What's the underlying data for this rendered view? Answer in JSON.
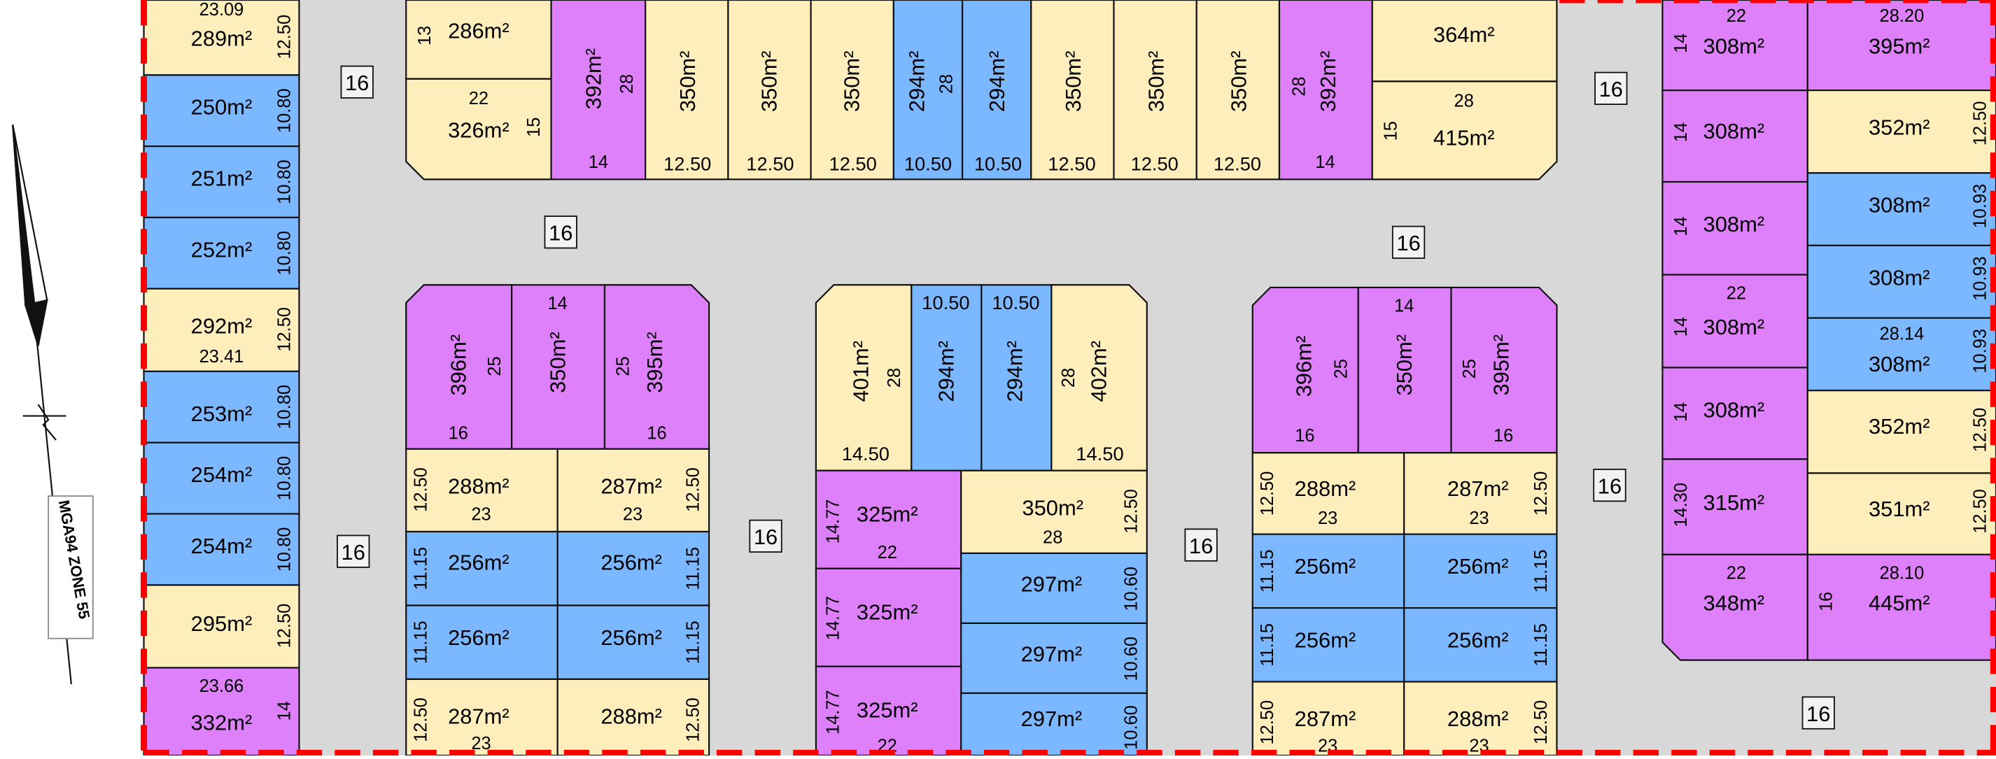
{
  "colors": {
    "background": "#ffffff",
    "road": "#d8d8d8",
    "boundary": "#ff0000",
    "line": "#111111",
    "cream": "#fdeebb",
    "blue": "#7cb8ff",
    "purple": "#dd80f9"
  },
  "map": {
    "road_width_label": "16",
    "grid_label": "MGA94 ZONE 55",
    "north_icon": "north-arrow-icon"
  },
  "left_strip": {
    "lots": [
      {
        "area": "289m²",
        "width": "12.50",
        "top_dim": "23.09",
        "color": "cream"
      },
      {
        "area": "250m²",
        "width": "10.80",
        "color": "blue"
      },
      {
        "area": "251m²",
        "width": "10.80",
        "color": "blue"
      },
      {
        "area": "252m²",
        "width": "10.80",
        "color": "blue"
      },
      {
        "area": "292m²",
        "width": "12.50",
        "depth": "23.41",
        "color": "cream"
      },
      {
        "area": "253m²",
        "width": "10.80",
        "color": "blue"
      },
      {
        "area": "254m²",
        "width": "10.80",
        "color": "blue"
      },
      {
        "area": "254m²",
        "width": "10.80",
        "color": "blue"
      },
      {
        "area": "295m²",
        "width": "12.50",
        "color": "cream"
      },
      {
        "area": "332m²",
        "width": "14",
        "top_dim": "23.66",
        "color": "purple"
      }
    ]
  },
  "top_block": {
    "lots": [
      {
        "area": "286m²",
        "dims": [
          "13"
        ],
        "color": "cream"
      },
      {
        "area": "326m²",
        "dims": [
          "22",
          "15"
        ],
        "color": "cream"
      },
      {
        "area": "392m²",
        "dims": [
          "28",
          "14"
        ],
        "color": "purple"
      },
      {
        "area": "350m²",
        "dims": [
          "12.50"
        ],
        "color": "cream"
      },
      {
        "area": "350m²",
        "dims": [
          "12.50"
        ],
        "color": "cream"
      },
      {
        "area": "350m²",
        "dims": [
          "12.50"
        ],
        "color": "cream"
      },
      {
        "area": "294m²",
        "dims": [
          "28",
          "10.50"
        ],
        "color": "blue"
      },
      {
        "area": "294m²",
        "dims": [
          "10.50"
        ],
        "color": "blue"
      },
      {
        "area": "350m²",
        "dims": [
          "12.50"
        ],
        "color": "cream"
      },
      {
        "area": "350m²",
        "dims": [
          "12.50"
        ],
        "color": "cream"
      },
      {
        "area": "350m²",
        "dims": [
          "12.50"
        ],
        "color": "cream"
      },
      {
        "area": "392m²",
        "dims": [
          "28",
          "14"
        ],
        "color": "purple"
      },
      {
        "area": "364m²",
        "dims": [],
        "color": "cream"
      },
      {
        "area": "415m²",
        "dims": [
          "28",
          "15"
        ],
        "color": "cream"
      }
    ]
  },
  "block_a": {
    "lots": [
      {
        "area": "396m²",
        "dims": [
          "25",
          "16"
        ],
        "color": "purple"
      },
      {
        "area": "350m²",
        "dims": [
          "14"
        ],
        "color": "purple"
      },
      {
        "area": "395m²",
        "dims": [
          "25",
          "16"
        ],
        "color": "purple"
      },
      {
        "area": "288m²",
        "dims": [
          "12.50",
          "23"
        ],
        "color": "cream"
      },
      {
        "area": "287m²",
        "dims": [
          "12.50",
          "23"
        ],
        "color": "cream"
      },
      {
        "area": "256m²",
        "dims": [
          "11.15"
        ],
        "color": "blue"
      },
      {
        "area": "256m²",
        "dims": [
          "11.15"
        ],
        "color": "blue"
      },
      {
        "area": "256m²",
        "dims": [
          "11.15"
        ],
        "color": "blue"
      },
      {
        "area": "256m²",
        "dims": [
          "11.15"
        ],
        "color": "blue"
      },
      {
        "area": "287m²",
        "dims": [
          "12.50",
          "23"
        ],
        "color": "cream"
      },
      {
        "area": "288m²",
        "dims": [
          "12.50"
        ],
        "color": "cream"
      }
    ]
  },
  "block_b": {
    "lots": [
      {
        "area": "401m²",
        "dims": [
          "28",
          "14.50"
        ],
        "color": "cream"
      },
      {
        "area": "294m²",
        "dims": [
          "10.50"
        ],
        "color": "blue"
      },
      {
        "area": "294m²",
        "dims": [
          "10.50"
        ],
        "color": "blue"
      },
      {
        "area": "402m²",
        "dims": [
          "28",
          "14.50"
        ],
        "color": "cream"
      },
      {
        "area": "325m²",
        "dims": [
          "14.77",
          "22"
        ],
        "color": "purple"
      },
      {
        "area": "350m²",
        "dims": [
          "12.50",
          "28"
        ],
        "color": "cream"
      },
      {
        "area": "325m²",
        "dims": [
          "14.77"
        ],
        "color": "purple"
      },
      {
        "area": "297m²",
        "dims": [
          "10.60"
        ],
        "color": "blue"
      },
      {
        "area": "297m²",
        "dims": [
          "10.60"
        ],
        "color": "blue"
      },
      {
        "area": "325m²",
        "dims": [
          "14.77",
          "22"
        ],
        "color": "purple"
      },
      {
        "area": "297m²",
        "dims": [
          "10.60"
        ],
        "color": "blue"
      }
    ]
  },
  "block_c": {
    "lots": [
      {
        "area": "396m²",
        "dims": [
          "25",
          "16"
        ],
        "color": "purple"
      },
      {
        "area": "350m²",
        "dims": [
          "14"
        ],
        "color": "purple"
      },
      {
        "area": "395m²",
        "dims": [
          "25",
          "16"
        ],
        "color": "purple"
      },
      {
        "area": "288m²",
        "dims": [
          "12.50",
          "23"
        ],
        "color": "cream"
      },
      {
        "area": "287m²",
        "dims": [
          "12.50",
          "23"
        ],
        "color": "cream"
      },
      {
        "area": "256m²",
        "dims": [
          "11.15"
        ],
        "color": "blue"
      },
      {
        "area": "256m²",
        "dims": [
          "11.15"
        ],
        "color": "blue"
      },
      {
        "area": "256m²",
        "dims": [
          "11.15"
        ],
        "color": "blue"
      },
      {
        "area": "256m²",
        "dims": [
          "11.15"
        ],
        "color": "blue"
      },
      {
        "area": "287m²",
        "dims": [
          "12.50",
          "23"
        ],
        "color": "cream"
      },
      {
        "area": "288m²",
        "dims": [
          "12.50",
          "23"
        ],
        "color": "cream"
      }
    ]
  },
  "right_block": {
    "lots": [
      {
        "area": "308m²",
        "dims": [
          "22",
          "14"
        ],
        "color": "purple"
      },
      {
        "area": "395m²",
        "dims": [
          "28.20"
        ],
        "color": "purple"
      },
      {
        "area": "308m²",
        "dims": [
          "14"
        ],
        "color": "purple"
      },
      {
        "area": "352m²",
        "dims": [
          "12.50"
        ],
        "color": "cream"
      },
      {
        "area": "308m²",
        "dims": [
          "14"
        ],
        "color": "purple"
      },
      {
        "area": "308m²",
        "dims": [
          "10.93"
        ],
        "color": "blue"
      },
      {
        "area": "308m²",
        "dims": [
          "22",
          "14"
        ],
        "color": "purple"
      },
      {
        "area": "308m²",
        "dims": [
          "10.93"
        ],
        "color": "blue"
      },
      {
        "area": "308m²",
        "dims": [
          "14"
        ],
        "color": "purple"
      },
      {
        "area": "308m²",
        "dims": [
          "28.14",
          "10.93"
        ],
        "color": "blue"
      },
      {
        "area": "315m²",
        "dims": [
          "14.30"
        ],
        "color": "purple"
      },
      {
        "area": "352m²",
        "dims": [
          "12.50"
        ],
        "color": "cream"
      },
      {
        "area": "351m²",
        "dims": [
          "12.50"
        ],
        "color": "cream"
      },
      {
        "area": "348m²",
        "dims": [
          "22"
        ],
        "color": "purple"
      },
      {
        "area": "445m²",
        "dims": [
          "28.10",
          "16"
        ],
        "color": "purple"
      }
    ]
  }
}
